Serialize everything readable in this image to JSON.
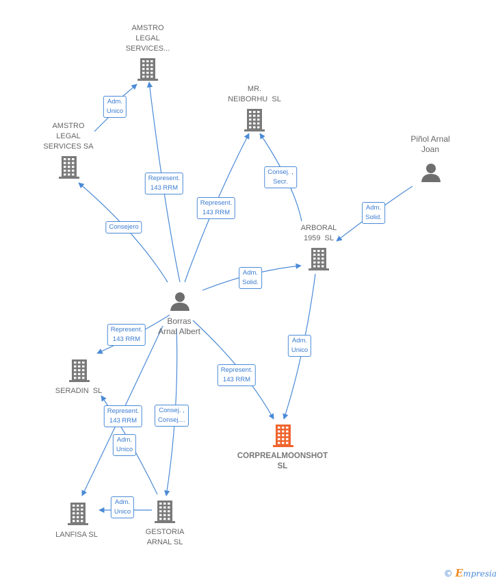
{
  "colors": {
    "edge": "#4a8ad6",
    "company": "#7a7a7a",
    "focus": "#f0642d",
    "person": "#6e6e6e"
  },
  "nodes": {
    "amstro_legal_services_ellipsis": {
      "lines": [
        "AMSTRO",
        "LEGAL",
        "SERVICES..."
      ],
      "icon": "building-icon"
    },
    "amstro_legal_services_sa": {
      "lines": [
        "AMSTRO",
        "LEGAL",
        "SERVICES SA"
      ],
      "icon": "building-icon"
    },
    "mr_neiborhu": {
      "lines": [
        "MR.",
        "NEIBORHU  SL"
      ],
      "icon": "building-icon"
    },
    "pinol_arnal_joan": {
      "lines": [
        "Piñol Arnal",
        "Joan"
      ],
      "icon": "person-icon"
    },
    "arboral_1959": {
      "lines": [
        "ARBORAL",
        "1959  SL"
      ],
      "icon": "building-icon"
    },
    "borras_arnal_albert": {
      "lines": [
        "Borras",
        "Arnal Albert"
      ],
      "icon": "person-icon"
    },
    "seradin": {
      "lines": [
        "SERADIN  SL"
      ],
      "icon": "building-icon"
    },
    "corprealmoonshot": {
      "lines": [
        "CORPREALMOONSHOT",
        "SL"
      ],
      "icon": "building-icon"
    },
    "lanfisa": {
      "lines": [
        "LANFISA SL"
      ],
      "icon": "building-icon"
    },
    "gestoria_arnal": {
      "lines": [
        "GESTORIA",
        "ARNAL SL"
      ],
      "icon": "building-icon"
    }
  },
  "edge_labels": {
    "adm_unico_amstro": [
      "Adm.",
      "Unico"
    ],
    "consejero": [
      "Consejero"
    ],
    "represent_amstro": [
      "Represent.",
      "143 RRM"
    ],
    "represent_neiborhu": [
      "Represent.",
      "143 RRM"
    ],
    "consej_secr": [
      "Consej. ,",
      "Secr."
    ],
    "adm_solid_pinol": [
      "Adm.",
      "Solid."
    ],
    "adm_solid_borras": [
      "Adm.",
      "Solid."
    ],
    "adm_unico_arboral": [
      "Adm.",
      "Unico"
    ],
    "represent_corpreal": [
      "Represent.",
      "143 RRM"
    ],
    "represent_seradin": [
      "Represent.",
      "143 RRM"
    ],
    "represent_seradin_2": [
      "Represent.",
      "143 RRM"
    ],
    "adm_unico_lanfisa_1": [
      "Adm.",
      "Unico"
    ],
    "consej_consej": [
      "Consej. ,",
      "Consej...."
    ],
    "adm_unico_lanfisa_2": [
      "Adm.",
      "Unico"
    ]
  },
  "footer": {
    "copyright": "©",
    "brand_initial": "E",
    "brand_rest": "mpresia"
  }
}
